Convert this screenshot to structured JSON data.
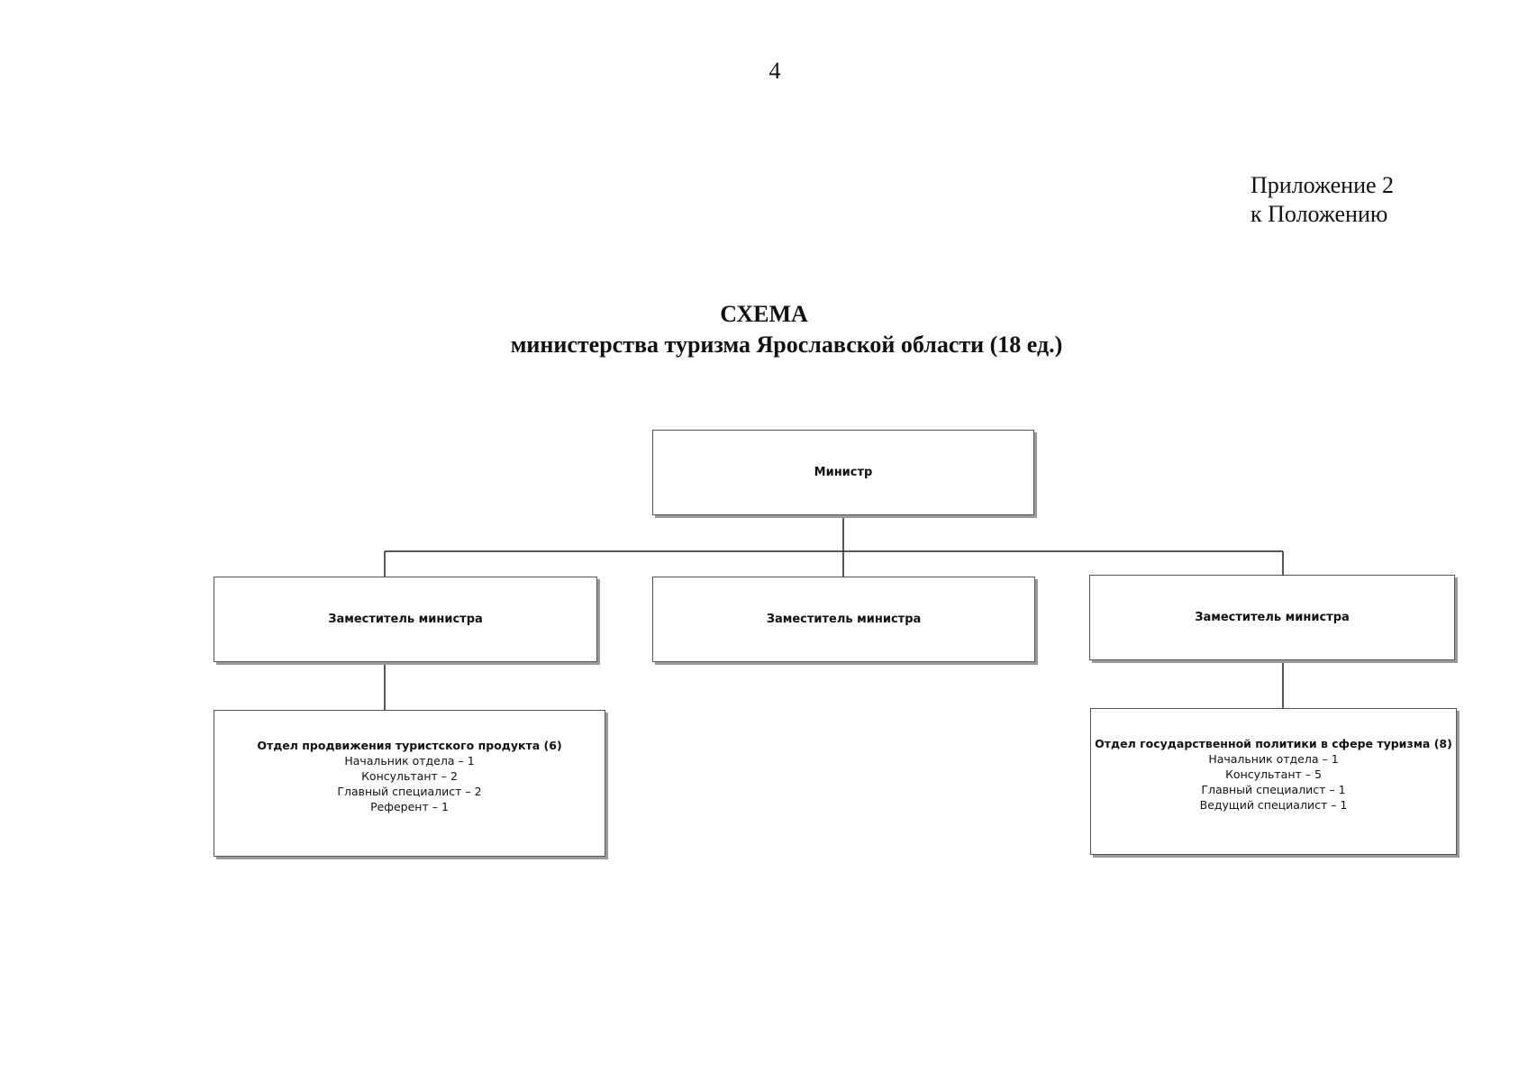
{
  "page": {
    "number": "4",
    "appendix_line1": "Приложение 2",
    "appendix_line2": "к Положению"
  },
  "heading": {
    "title": "СХЕМА",
    "subtitle": "министерства туризма Ярославской области (18 ед.)"
  },
  "org_chart": {
    "minister": "Министр",
    "deputies": [
      {
        "label": "Заместитель министра"
      },
      {
        "label": "Заместитель министра"
      },
      {
        "label": "Заместитель министра"
      }
    ],
    "departments": [
      {
        "title": "Отдел продвижения туристского продукта (6)",
        "staff": [
          "Начальник отдела – 1",
          "Консультант – 2",
          "Главный специалист – 2",
          "Референт – 1"
        ]
      },
      {
        "title": "Отдел  государственной политики в сфере туризма (8)",
        "staff": [
          "Начальник отдела – 1",
          "Консультант – 5",
          "Главный специалист – 1",
          "Ведущий специалист – 1"
        ]
      }
    ]
  }
}
